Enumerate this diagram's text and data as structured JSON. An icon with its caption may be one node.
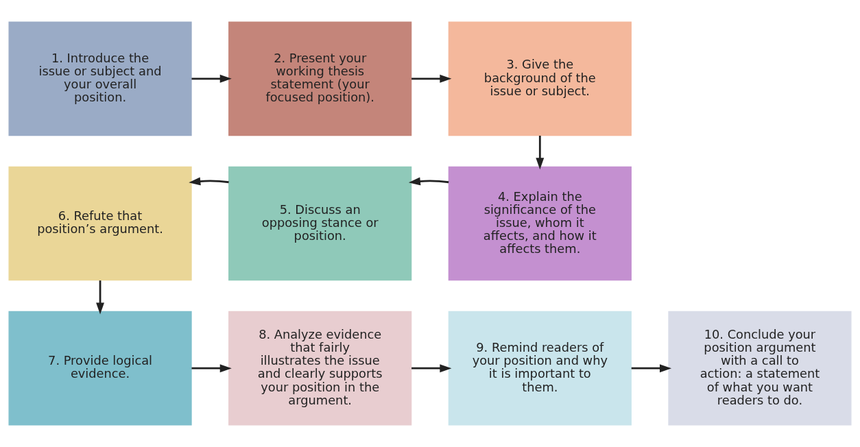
{
  "diagram": {
    "nodes": [
      {
        "text": [
          "1. Introduce the issue or subject and your overall position."
        ]
      },
      {
        "text": [
          "2. Present your working thesis statement (your focused position)."
        ]
      },
      {
        "text": [
          "3. Give the background of the issue or subject."
        ]
      },
      {
        "text": [
          "4. Explain the significance of the issue, whom it affects, and how it affects them."
        ]
      },
      {
        "text": [
          "5. Discuss an opposing stance or position."
        ]
      },
      {
        "text": [
          "6. Refute that position’s argument."
        ]
      },
      {
        "text": [
          "7. Provide logical evidence."
        ]
      },
      {
        "text": [
          "8. Analyze evidence that fairly illustrates the issue and clearly supports your position in the argument."
        ]
      },
      {
        "text": [
          "9. Remind readers of your position and why it is important to them."
        ]
      },
      {
        "text": [
          "10. Conclude your position argument with a call to action: a statement of what you want readers to do."
        ]
      }
    ],
    "edges": [
      {
        "from": 0,
        "to": 1,
        "arrow": "to"
      },
      {
        "from": 1,
        "to": 2,
        "arrow": "to"
      },
      {
        "from": 2,
        "to": 3,
        "arrow": "to"
      },
      {
        "from": 3,
        "to": 4,
        "arrow": "to"
      },
      {
        "from": 4,
        "to": 5,
        "arrow": "to"
      },
      {
        "from": 5,
        "to": 6,
        "arrow": "to"
      },
      {
        "from": 6,
        "to": 7,
        "arrow": "to"
      },
      {
        "from": 7,
        "to": 8,
        "arrow": "to"
      },
      {
        "from": 8,
        "to": 9,
        "arrow": "to"
      }
    ]
  }
}
